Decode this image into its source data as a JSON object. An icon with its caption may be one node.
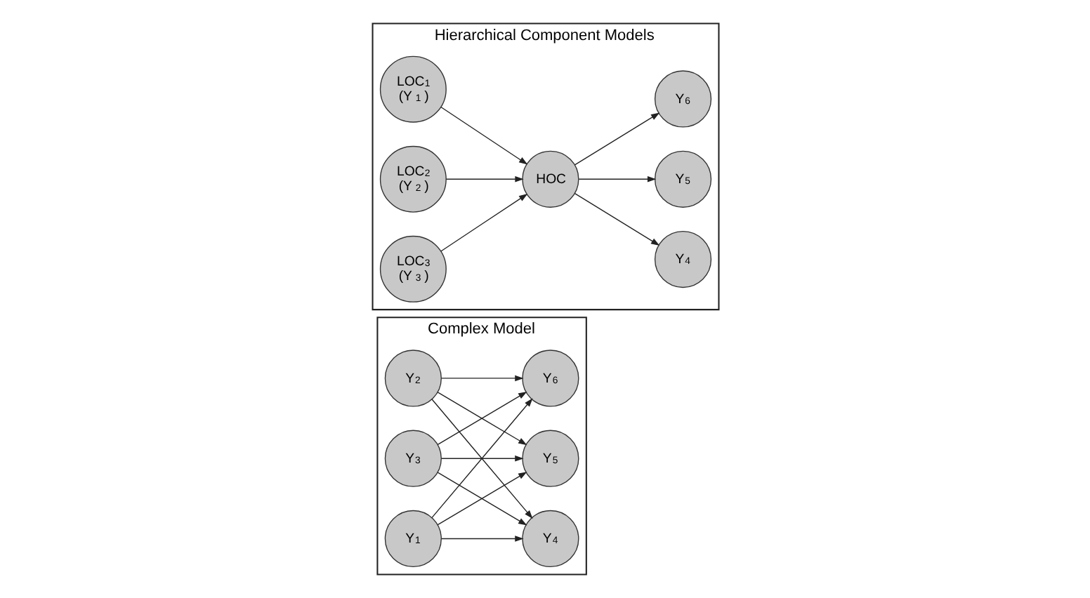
{
  "diagram": {
    "nodes": [
      {
        "text": [
          "Complex Model"
        ]
      },
      {
        "text": [
          "Y$_{1}$"
        ],
        "in": 0
      },
      {
        "text": [
          "Y$_{2}$"
        ],
        "in": 0
      },
      {
        "text": [
          "Y$_{3}$"
        ],
        "in": 0
      },
      {
        "text": [
          "Y$_{4}$"
        ],
        "in": 0
      },
      {
        "text": [
          "Y$_{5}$"
        ],
        "in": 0
      },
      {
        "text": [
          "Y$_{6}$"
        ],
        "in": 0
      },
      {
        "text": [
          "Hierarchical Component Models"
        ]
      },
      {
        "text": [
          "LOC$_{1}$",
          "(Y$_{1}$)"
        ],
        "in": 7
      },
      {
        "text": [
          "LOC$_{2}$",
          "(Y$_{2}$)"
        ],
        "in": 7
      },
      {
        "text": [
          "LOC$_{3}$",
          "(Y$_{3}$)"
        ],
        "in": 7
      },
      {
        "text": [
          "HOC"
        ],
        "in": 7
      },
      {
        "text": [
          "Y$_{4}$"
        ],
        "in": 7
      },
      {
        "text": [
          "Y$_{5}$"
        ],
        "in": 7
      },
      {
        "text": [
          "Y$_{6}$"
        ],
        "in": 7
      }
    ],
    "edges": [
      {
        "from": 1,
        "to": 4,
        "arrow": "to"
      },
      {
        "from": 1,
        "to": 5,
        "arrow": "to"
      },
      {
        "from": 1,
        "to": 6,
        "arrow": "to"
      },
      {
        "from": 2,
        "to": 4,
        "arrow": "to"
      },
      {
        "from": 2,
        "to": 5,
        "arrow": "to"
      },
      {
        "from": 2,
        "to": 6,
        "arrow": "to"
      },
      {
        "from": 3,
        "to": 4,
        "arrow": "to"
      },
      {
        "from": 3,
        "to": 5,
        "arrow": "to"
      },
      {
        "from": 3,
        "to": 6,
        "arrow": "to"
      },
      {
        "from": 8,
        "to": 11,
        "arrow": "to"
      },
      {
        "from": 9,
        "to": 11,
        "arrow": "to"
      },
      {
        "from": 10,
        "to": 11,
        "arrow": "to"
      },
      {
        "from": 11,
        "to": 12,
        "arrow": "to"
      },
      {
        "from": 11,
        "to": 13,
        "arrow": "to"
      },
      {
        "from": 11,
        "to": 14,
        "arrow": "to"
      }
    ]
  }
}
